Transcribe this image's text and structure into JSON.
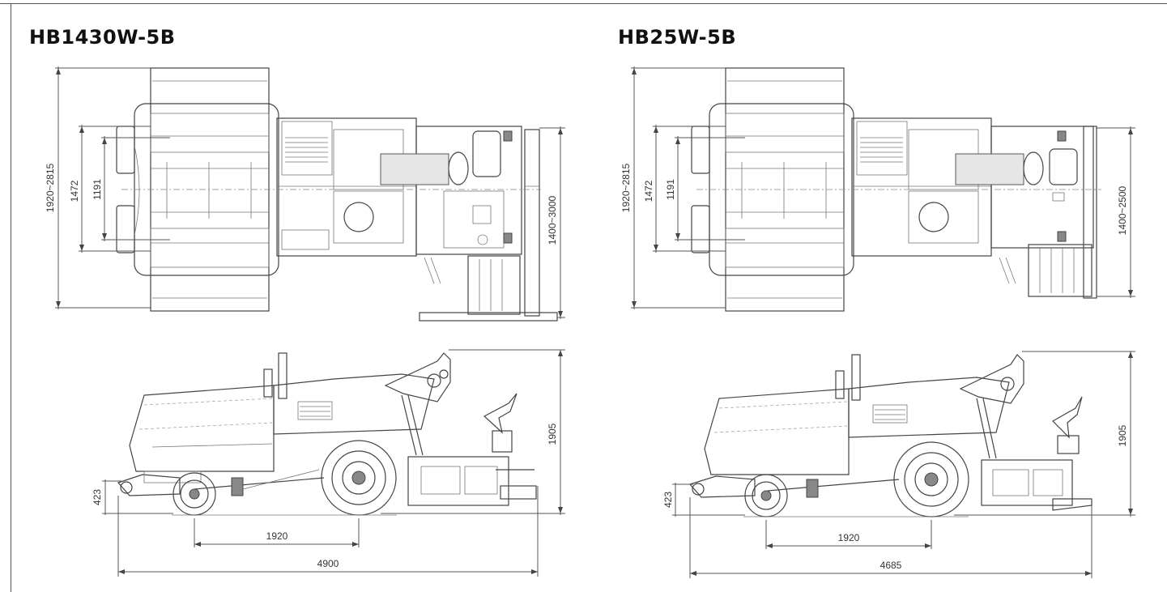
{
  "models": [
    {
      "name": "HB1430W-5B",
      "top_view": {
        "overall_width": "1920~2815",
        "track_outer": "1472",
        "track_inner": "1191",
        "screed_width": "1400~3000"
      },
      "side_view": {
        "height": "1905",
        "ground_clearance": "423",
        "wheelbase": "1920",
        "overall_length": "4900"
      }
    },
    {
      "name": "HB25W-5B",
      "top_view": {
        "overall_width": "1920~2815",
        "track_outer": "1472",
        "track_inner": "1191",
        "screed_width": "1400~2500"
      },
      "side_view": {
        "height": "1905",
        "ground_clearance": "423",
        "wheelbase": "1920",
        "overall_length": "4685"
      }
    }
  ],
  "colors": {
    "line": "#555555",
    "text": "#333333",
    "title": "#111111"
  }
}
